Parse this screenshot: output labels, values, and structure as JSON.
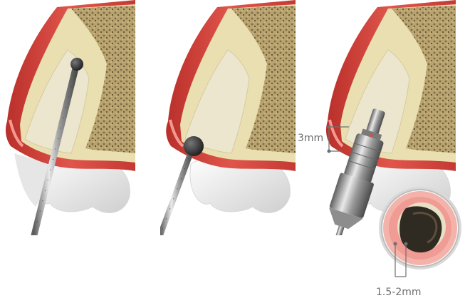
{
  "figure": {
    "panels": [
      {
        "name": "panel-1",
        "tool": "diamond-bur",
        "bur_position": "apex"
      },
      {
        "name": "panel-2",
        "tool": "diamond-bur",
        "bur_position": "crest"
      },
      {
        "name": "panel-3",
        "tool": "stepped-drill"
      }
    ],
    "labels": {
      "collar_depth": "3mm",
      "wall_thickness": "1.5-2mm"
    },
    "colors": {
      "gingiva": "#d8433b",
      "gingiva_light": "#f09b93",
      "bone": "#b9a36f",
      "cortical": "#e9dfb0",
      "socket": "#ece6cf",
      "tooth": "#f3f3f1",
      "metal": "#9a9a9a",
      "label": "#6f6f6f"
    }
  }
}
